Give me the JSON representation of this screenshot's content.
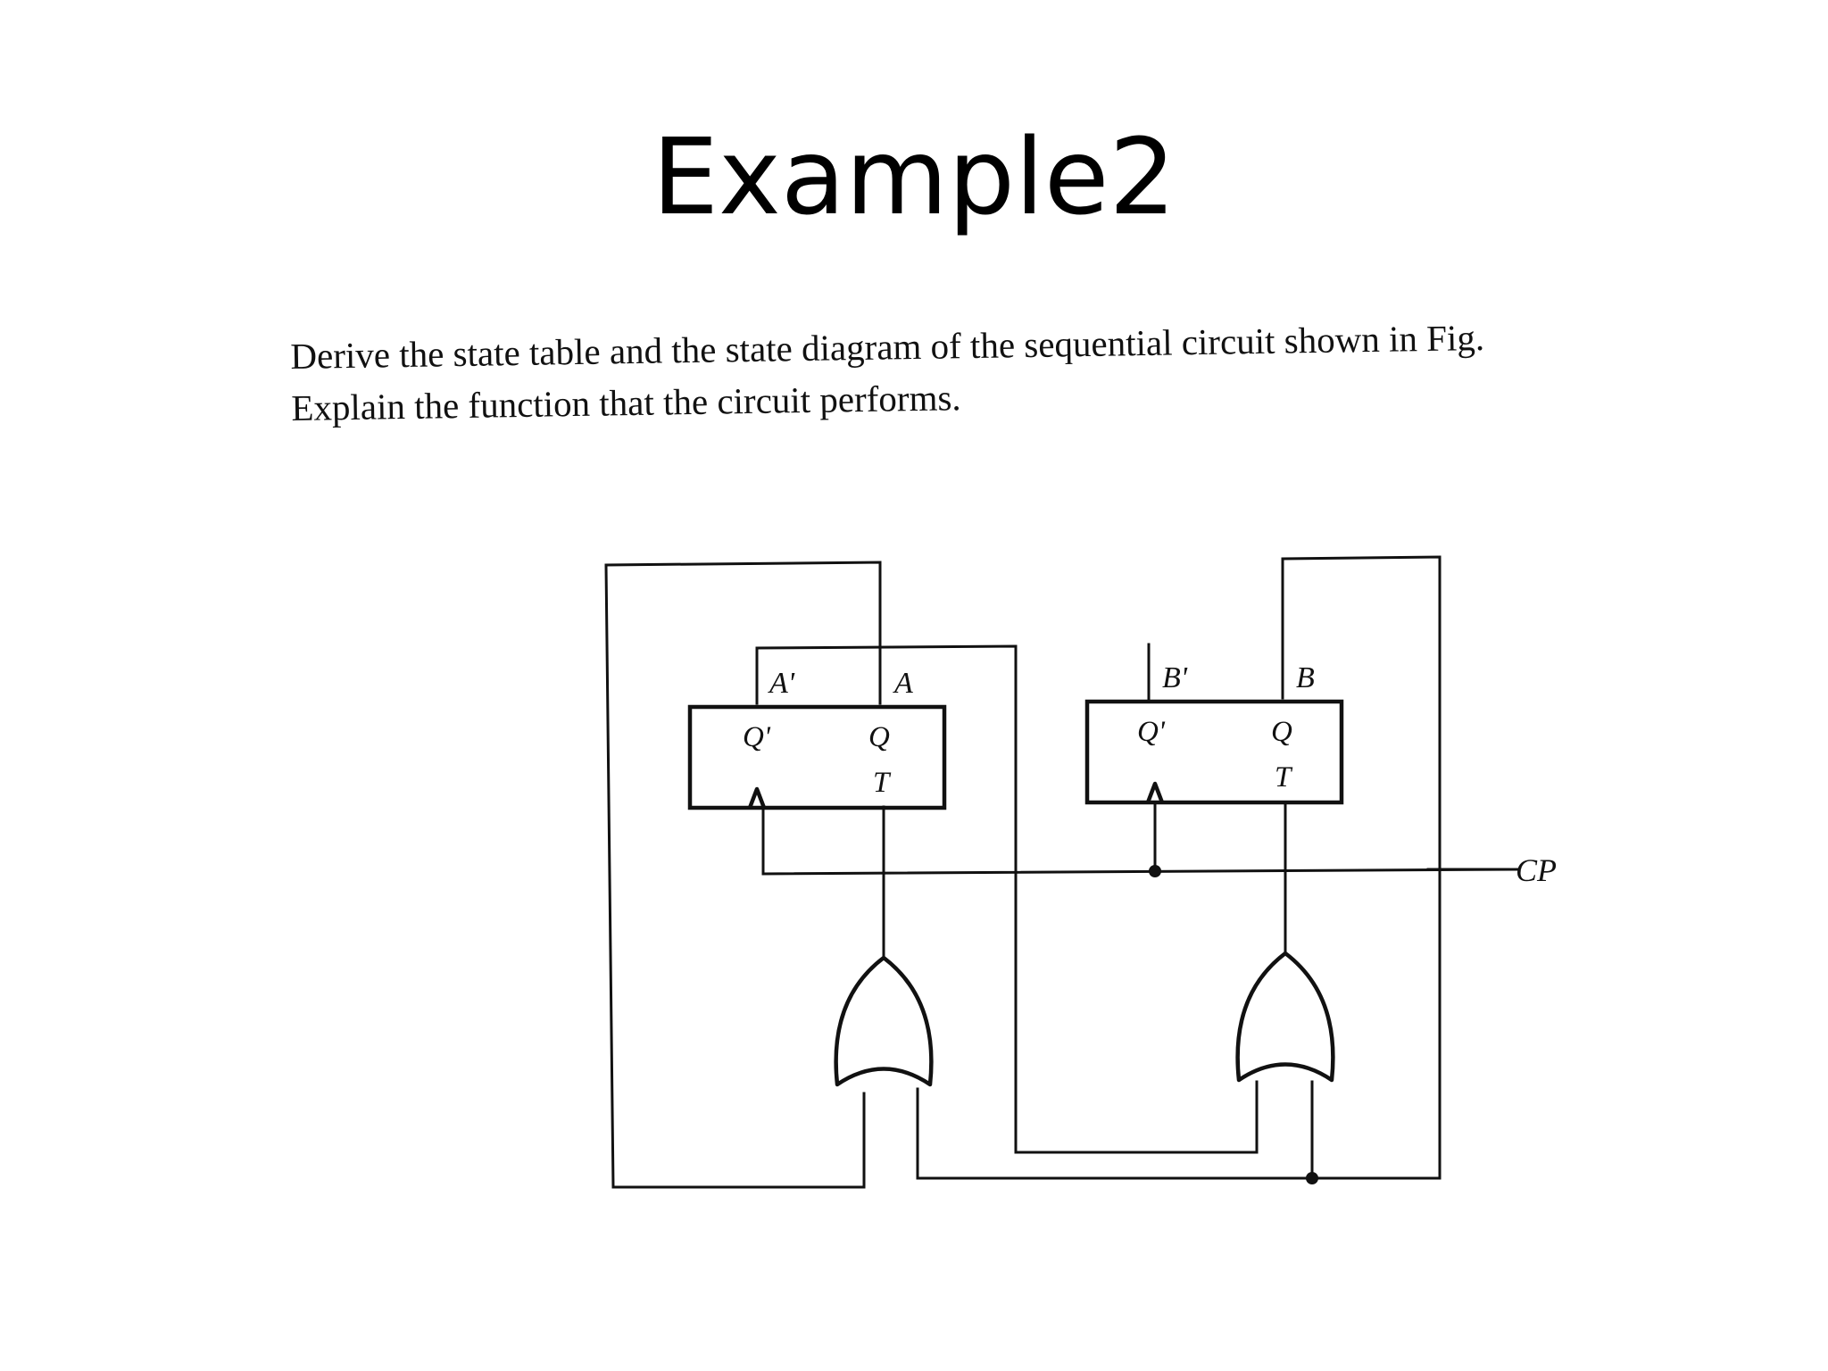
{
  "slide": {
    "title": "Example2",
    "problem_lines": [
      "Derive the state table and the state diagram of the sequential circuit shown in Fig.",
      "Explain the function that the circuit performs."
    ]
  },
  "circuit": {
    "flip_flop_a": {
      "output_labels": [
        "A'",
        "A"
      ],
      "pin_labels": [
        "Q'",
        "Q",
        "T"
      ]
    },
    "flip_flop_b": {
      "output_labels": [
        "B'",
        "B"
      ],
      "pin_labels": [
        "Q'",
        "Q",
        "T"
      ]
    },
    "clock_label": "CP"
  }
}
